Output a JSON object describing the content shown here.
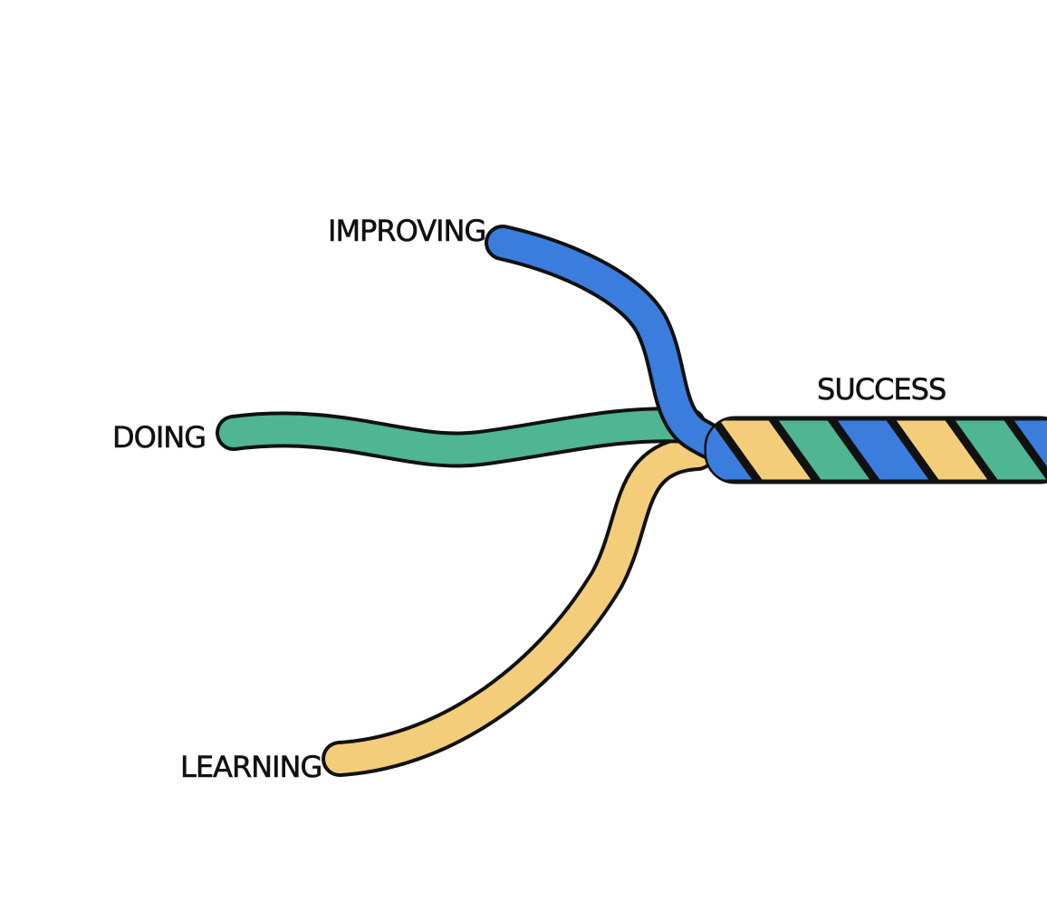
{
  "labels": {
    "improving": "IMPROVING",
    "doing": "DOING",
    "learning": "LEARNING",
    "success": "SUCCESS"
  },
  "colors": {
    "improving": "#3b7ddd",
    "doing": "#4fb593",
    "learning": "#f4cd7b",
    "outline": "#111111",
    "background": "#ffffff"
  }
}
